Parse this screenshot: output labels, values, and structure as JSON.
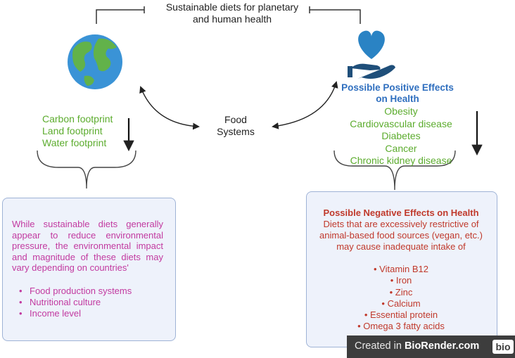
{
  "title": {
    "line1": "Sustainable diets for planetary",
    "line2": "and human health"
  },
  "environment": {
    "icon": "globe-icon",
    "items": [
      "Carbon footprint",
      "Land footprint",
      "Water footprint"
    ]
  },
  "center": {
    "line1": "Food",
    "line2": "Systems"
  },
  "positive": {
    "icon": "heart-in-hand-icon",
    "title_line1": "Possible Positive Effects",
    "title_line2": "on Health",
    "items": [
      "Obesity",
      "Cardiovascular disease",
      "Diabetes",
      "Cancer",
      "Chronic kidney disease"
    ]
  },
  "environment_box": {
    "text": "While sustainable diets generally appear to reduce environmental pressure, the environmental impact and magnitude of these diets may vary depending on countries'",
    "bullets": [
      "Food production systems",
      "Nutritional culture",
      "Income level"
    ]
  },
  "negative": {
    "title": "Possible Negative Effects on Health",
    "text": "Diets that are excessively restrictive of animal-based food sources (vegan, etc.) may cause inadequate intake of",
    "items": [
      "Vitamin B12",
      "Iron",
      "Zinc",
      "Calcium",
      "Essential protein",
      "Omega 3 fatty acids"
    ]
  },
  "footer": {
    "prefix": "Created in ",
    "brand": "BioRender.com",
    "badge": "bio"
  },
  "colors": {
    "environment": "#5cac2e",
    "positive_title": "#2f6fbf",
    "positive_items": "#5cac2e",
    "negative": "#c0392b",
    "environment_box_text": "#c23aa0",
    "box_fill": "#eef2fb",
    "box_border": "#9fb3d6"
  }
}
